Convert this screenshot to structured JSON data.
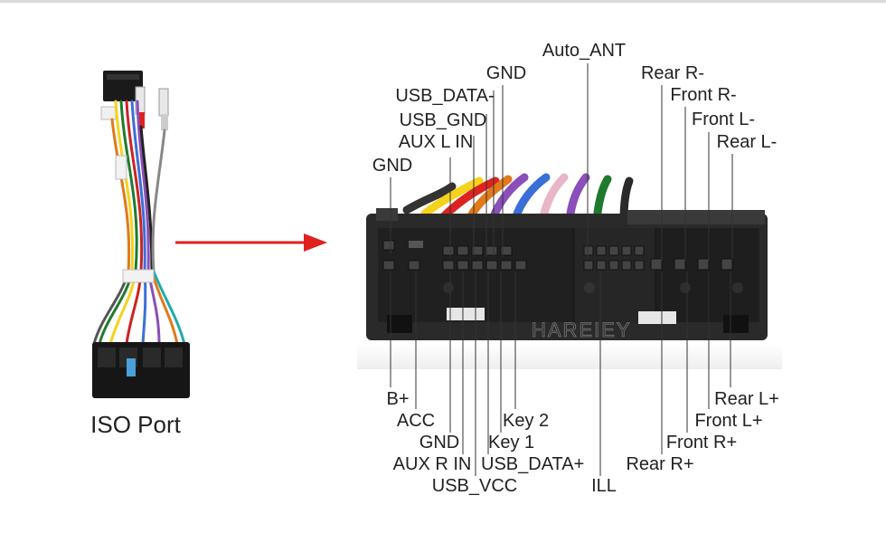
{
  "left_part": {
    "caption": "ISO Port"
  },
  "arrow": {
    "color": "#e0201c"
  },
  "connector": {
    "watermark": "HAREIEY"
  },
  "top_labels": [
    "Auto_ANT",
    "GND",
    "USB_DATA-",
    "USB_GND",
    "AUX L IN",
    "GND",
    "Rear R-",
    "Front R-",
    "Front L-",
    "Rear L-"
  ],
  "bottom_labels": [
    "B+",
    "ACC",
    "GND",
    "AUX R IN",
    "USB_VCC",
    "Key 2",
    "Key 1",
    "USB_DATA+",
    "ILL",
    "Rear R+",
    "Front R+",
    "Front L+",
    "Rear L+"
  ]
}
